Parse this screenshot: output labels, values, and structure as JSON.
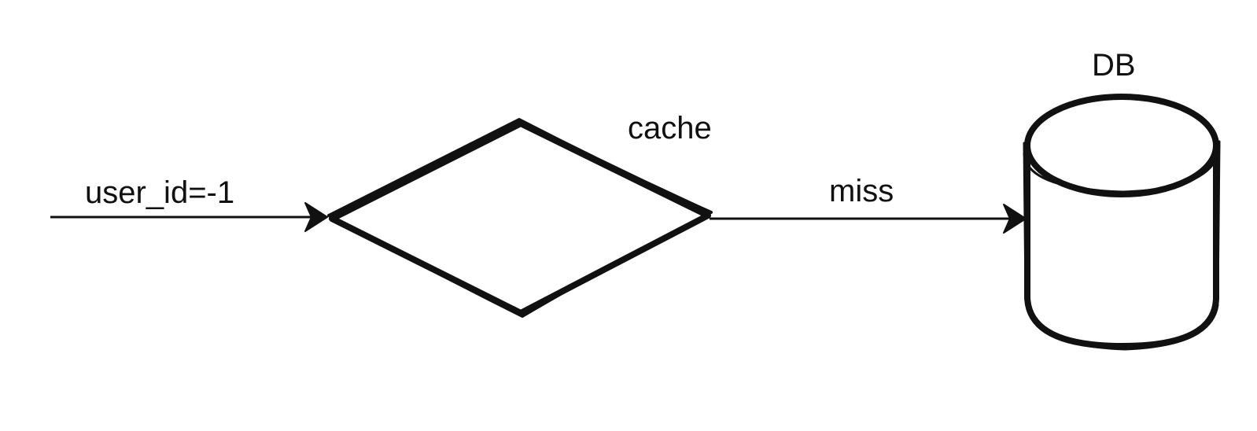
{
  "diagram": {
    "labels": {
      "input_edge": "user_id=-1",
      "cache_node": "cache",
      "miss_edge": "miss",
      "db_node": "DB"
    },
    "colors": {
      "stroke": "#111111",
      "background": "#ffffff"
    }
  }
}
